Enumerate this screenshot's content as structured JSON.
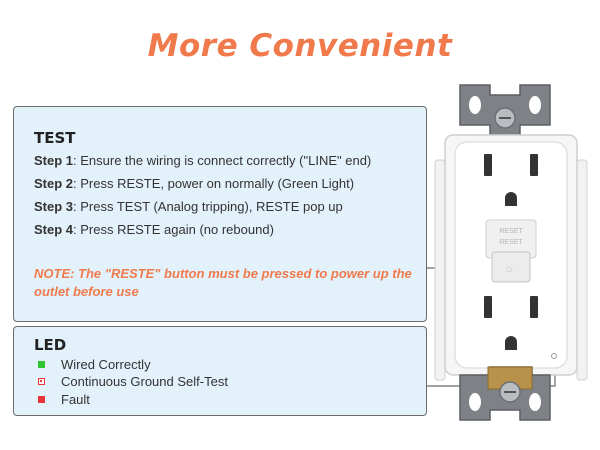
{
  "title": "More Convenient",
  "test": {
    "heading": "TEST",
    "steps": [
      {
        "label": "Step 1",
        "text": ": Ensure the wiring is connect correctly (\"LINE\" end)"
      },
      {
        "label": "Step 2",
        "text": ": Press RESTE, power on normally (Green Light)"
      },
      {
        "label": "Step 3",
        "text": ": Press TEST (Analog tripping), RESTE pop up"
      },
      {
        "label": "Step 4",
        "text": ": Press RESTE again (no rebound)"
      }
    ],
    "note": "NOTE: The \"RESTE\" button must be pressed to power up the outlet before use"
  },
  "led": {
    "heading": "LED",
    "items": [
      {
        "label": "Wired Correctly",
        "color": "#2fc52f"
      },
      {
        "label": "Continuous Ground Self-Test",
        "color": "#e8343a"
      },
      {
        "label": "Fault",
        "color": "#e8343a"
      }
    ]
  },
  "outlet": {
    "button_label_line1": "RESET",
    "button_label_line2": "RESET"
  },
  "colors": {
    "accent": "#f07a4c",
    "panel_bg": "#e3f1fb"
  }
}
